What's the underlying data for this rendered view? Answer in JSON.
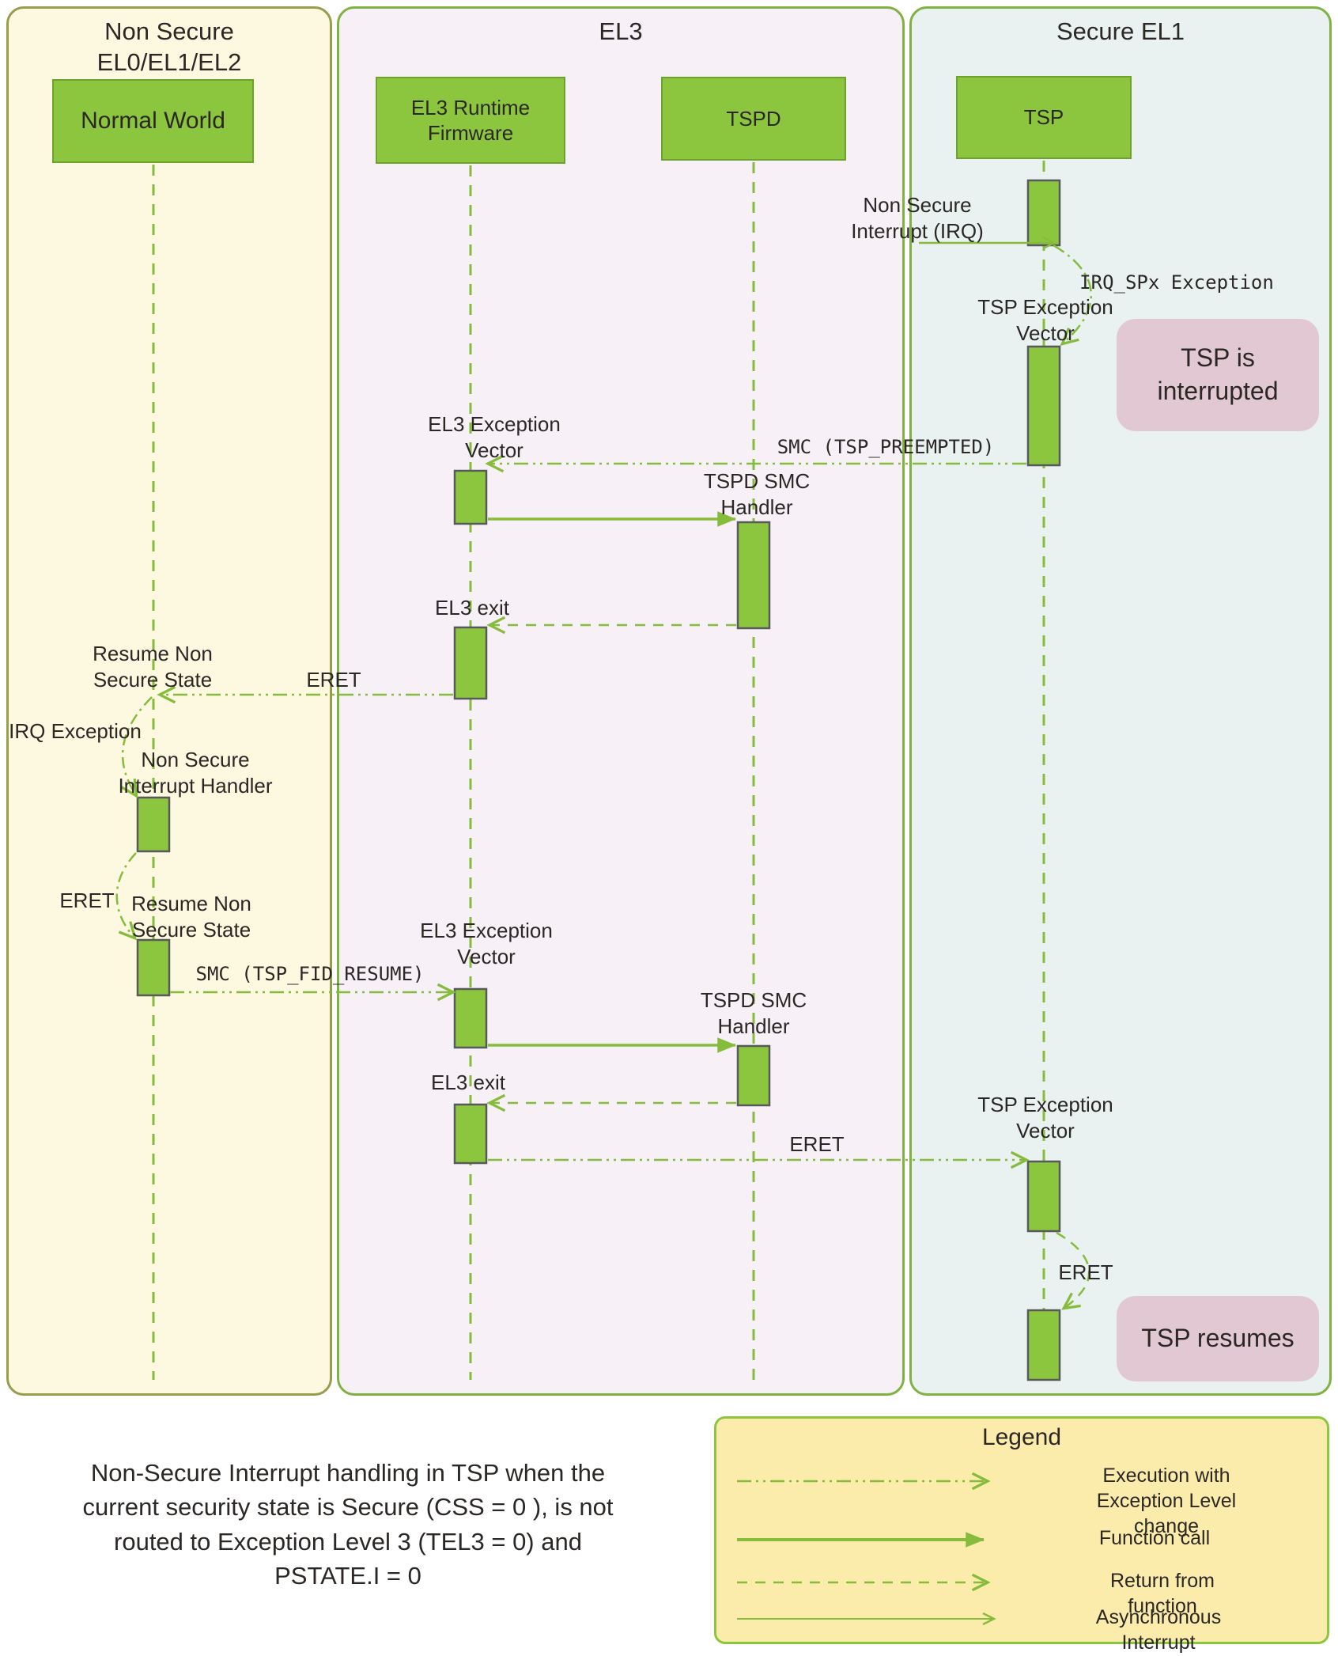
{
  "colors": {
    "green_fill": "#8cc63e",
    "arrow_green": "#86bc3c",
    "lane_nonsecure_bg": "#fdf8e0",
    "lane_el3_bg": "#f7f0f6",
    "lane_secure_el1_bg": "#e9f1f1",
    "note_pink": "#e2c8d3",
    "legend_bg": "#fcecac",
    "text": "#2b2725"
  },
  "lanes": [
    {
      "title": "Non Secure\nEL0/EL1/EL2"
    },
    {
      "title": "EL3"
    },
    {
      "title": "Secure EL1"
    }
  ],
  "actors": [
    {
      "label": "Normal World"
    },
    {
      "label": "EL3 Runtime\nFirmware"
    },
    {
      "label": "TSPD"
    },
    {
      "label": "TSP"
    }
  ],
  "messages": {
    "non_secure_irq": "Non Secure\nInterrupt (IRQ)",
    "irq_spx_exception": "IRQ_SPx Exception",
    "tsp_exception_vector_1": "TSP Exception\nVector",
    "smc_tsp_preempted": "SMC (TSP_PREEMPTED)",
    "el3_exception_vector_1": "EL3 Exception\nVector",
    "tspd_smc_handler_1": "TSPD SMC\nHandler",
    "el3_exit_1": "EL3 exit",
    "eret_1": "ERET",
    "resume_non_secure_state_1": "Resume Non\nSecure State",
    "irq_exception": "IRQ Exception",
    "non_secure_interrupt_handler": "Non Secure\nInterrupt Handler",
    "eret_2": "ERET",
    "resume_non_secure_state_2": "Resume Non\nSecure State",
    "smc_tsp_fid_resume": "SMC (TSP_FID_RESUME)",
    "el3_exception_vector_2": "EL3 Exception\nVector",
    "tspd_smc_handler_2": "TSPD SMC\nHandler",
    "el3_exit_2": "EL3 exit",
    "eret_3": "ERET",
    "tsp_exception_vector_2": "TSP Exception\nVector",
    "eret_4": "ERET"
  },
  "notes": {
    "tsp_interrupted": "TSP is\ninterrupted",
    "tsp_resumes": "TSP resumes"
  },
  "caption": "Non-Secure Interrupt handling in TSP when the\ncurrent security state is Secure (CSS = 0 ), is not\nrouted to Exception Level 3 (TEL3 = 0) and\nPSTATE.I = 0",
  "legend": {
    "title": "Legend",
    "items": [
      {
        "label": "Execution with Exception Level\nchange"
      },
      {
        "label": "Function call"
      },
      {
        "label": "Return from function"
      },
      {
        "label": "Asynchronous Interrupt"
      }
    ]
  }
}
